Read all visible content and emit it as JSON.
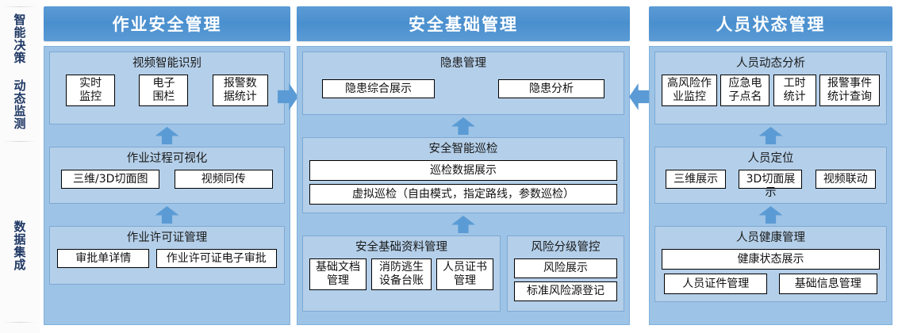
{
  "rail": {
    "labels": [
      {
        "text": "智能决策 动态监测"
      },
      {
        "text": "数据集成"
      }
    ]
  },
  "arrows": {
    "right_between_col1_col2": "arrow-right",
    "left_between_col2_col3": "arrow-left",
    "up": "arrow-up"
  },
  "columns": [
    {
      "id": "col-operation-safety",
      "title": "作业安全管理",
      "groups": [
        {
          "id": "group-video-ai-recognition",
          "title": "视频智能识别",
          "nodes": [
            {
              "label": "实时\n监控"
            },
            {
              "label": "电子\n围栏"
            },
            {
              "label": "报警数\n据统计"
            }
          ]
        },
        {
          "id": "group-process-visualization",
          "title": "作业过程可视化",
          "nodes": [
            {
              "label": "三维/3D切面图"
            },
            {
              "label": "视频同传"
            }
          ]
        },
        {
          "id": "group-work-permit-management",
          "title": "作业许可证管理",
          "nodes": [
            {
              "label": "审批单详情"
            },
            {
              "label": "作业许可证电子审批"
            }
          ]
        }
      ]
    },
    {
      "id": "col-safety-foundation",
      "title": "安全基础管理",
      "groups": [
        {
          "id": "group-hazard-management",
          "title": "隐患管理",
          "nodes": [
            {
              "label": "隐患综合展示"
            },
            {
              "label": "隐患分析"
            }
          ]
        },
        {
          "id": "group-smart-inspection",
          "title": "安全智能巡检",
          "nodes": [
            {
              "label": "巡检数据展示"
            },
            {
              "label": "虚拟巡检（自由模式，指定路线，参数巡检）"
            }
          ]
        },
        {
          "id": "group-safety-base-docs",
          "title": "安全基础资料管理",
          "nodes": [
            {
              "label": "基础文档\n管理"
            },
            {
              "label": "消防逃生\n设备台账"
            },
            {
              "label": "人员证书\n管理"
            }
          ]
        },
        {
          "id": "group-risk-grading-control",
          "title": "风险分级管控",
          "nodes": [
            {
              "label": "风险展示"
            },
            {
              "label": "标准风险源登记"
            }
          ]
        }
      ]
    },
    {
      "id": "col-personnel-status",
      "title": "人员状态管理",
      "groups": [
        {
          "id": "group-personnel-dynamic-analysis",
          "title": "人员动态分析",
          "nodes": [
            {
              "label": "高风险作\n业监控"
            },
            {
              "label": "应急电\n子点名"
            },
            {
              "label": "工时\n统计"
            },
            {
              "label": "报警事件\n统计查询"
            }
          ]
        },
        {
          "id": "group-personnel-positioning",
          "title": "人员定位",
          "nodes": [
            {
              "label": "三维展示"
            },
            {
              "label": "3D切面展示"
            },
            {
              "label": "视频联动"
            }
          ]
        },
        {
          "id": "group-personnel-health",
          "title": "人员健康管理",
          "nodes": [
            {
              "label": "健康状态展示"
            },
            {
              "label": "人员证件管理"
            },
            {
              "label": "基础信息管理"
            }
          ]
        }
      ]
    }
  ],
  "colors": {
    "header_blue": "#5b9bd5",
    "panel_blue": "#9dc3e6",
    "group_blue": "#b4cfe9",
    "node_white": "#ffffff",
    "rail_text": "#1f3864"
  }
}
